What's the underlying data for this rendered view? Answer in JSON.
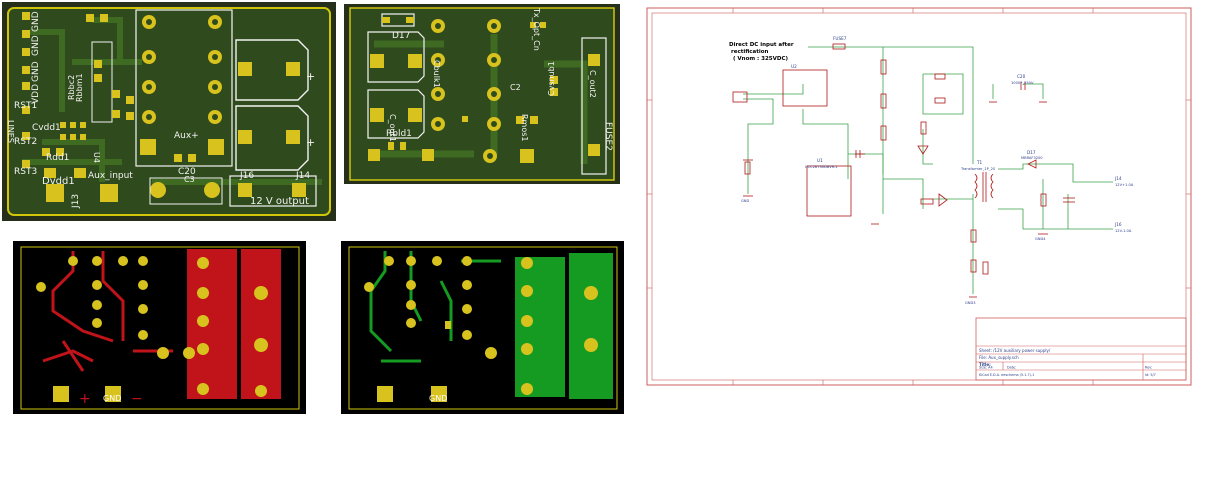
{
  "colors": {
    "pcb_green": "#2f4a1d",
    "pcb_copper": "#3e6a22",
    "silk": "#f2f2f2",
    "pad_yellow": "#d8c21e",
    "pad_tan": "#b0a066",
    "inner_border": "#cfc60c",
    "bottom_red": "#c0131a",
    "bottom_green": "#159a22",
    "schem_frame": "#cf5d5d",
    "schem_wire": "#3aa24a",
    "schem_part": "#b01818",
    "schem_text": "#2c3f8a"
  },
  "board1": {
    "labels": {
      "gnd1": "GND",
      "gnd2": "GND",
      "gnd3": "GND",
      "vdd": "VDD",
      "rst1": "RST1",
      "rst2": "RST2",
      "rst3": "RST3",
      "cvdd1": "Cvdd1",
      "rdd1": "Rdd1",
      "dvdd1": "Dvdd1",
      "j13": "J13",
      "aux_input": "Aux_input",
      "rbbm1": "Rbbm1",
      "rbbc2": "Rbbc2",
      "lines": "LINES",
      "aux_plus": "Aux+",
      "c20": "C20",
      "j16": "J16",
      "j14": "J14",
      "twelve_v_output": "12 V output",
      "u4": "U4",
      "c3": "C3",
      "plus": "+"
    }
  },
  "board2": {
    "labels": {
      "d17": "D17",
      "cout1": "C_out1",
      "cbulk1": "Cbulk1",
      "rbld1": "Rbld1",
      "fuse2": "FUSE2",
      "c2": "C2",
      "rmos1": "Rmos1",
      "cvsnub1": "Cvsnub1",
      "cout2": "C_out2",
      "tx_opt": "Tx_Opt_Cn"
    }
  },
  "board3": {
    "labels": {
      "gnd": "GND",
      "plus": "+",
      "minus": "−"
    }
  },
  "board4": {
    "labels": {
      "gnd": "GND"
    }
  },
  "schematic": {
    "note_line1": "Direct DC input after",
    "note_line2": "rectification",
    "note_line3": "( Vnom : 325VDC)",
    "fuse": "FUSE7",
    "u1": "U1",
    "u1_part": "UCC28730DBVR-1",
    "t1": "T1",
    "t1_part": "Transformer_1P_2S",
    "d17": "D17",
    "d17_part": "MBRAF3200",
    "c20": "C20",
    "c20_part": "1000P_250V",
    "j14": "J14",
    "j14_part": "12V+1.0A",
    "j16": "J16",
    "j16_part": "12V-1.0A",
    "gnd": "GND",
    "gnd3": "GND3",
    "gnd4": "GND4",
    "title_block": {
      "sheet": "Sheet: /12V auxiliary power supply/",
      "file": "File: Aux_supply.sch",
      "title_label": "Title:",
      "size": "Size: A4",
      "date_label": "Date:",
      "rev_label": "Rev:",
      "kicad": "KiCad E.D.A.  eeschema (5.1.7)-1",
      "id": "Id: 5/7"
    }
  }
}
